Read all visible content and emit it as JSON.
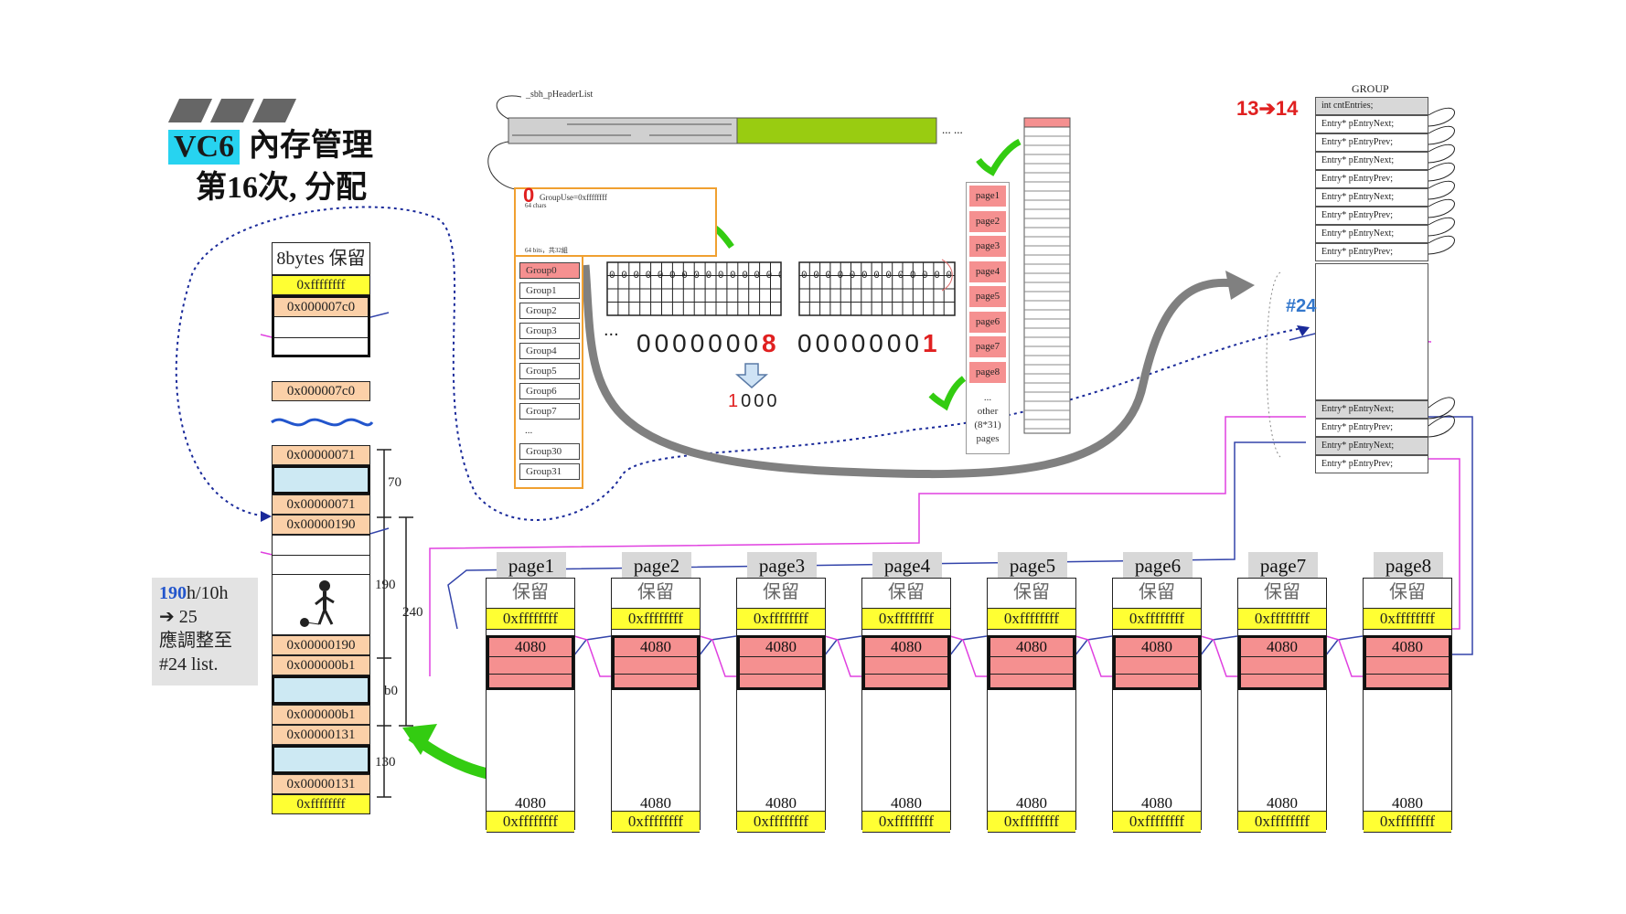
{
  "title": {
    "badge": "VC6",
    "main": "內存管理",
    "sub": "第16次, 分配"
  },
  "header_list": {
    "label": "_sbh_pHeaderList",
    "ellipsis": "... ..."
  },
  "region": {
    "index_zero": "0",
    "group_use_label": "GroupUse=0xffffffff",
    "chars_label": "64 chars",
    "bits_label": "64 bits，共32組"
  },
  "groups": [
    "Group0",
    "Group1",
    "Group2",
    "Group3",
    "Group4",
    "Group5",
    "Group6",
    "Group7",
    "...",
    "Group30",
    "Group31"
  ],
  "pages_column": {
    "items": [
      "page1",
      "page2",
      "page3",
      "page4",
      "page5",
      "page6",
      "page7",
      "page8"
    ],
    "other": [
      "...",
      "other",
      "(8*31)",
      "pages"
    ]
  },
  "bitmap": {
    "row_zeros": "0 0 0 0 0 0 0 0 0 0 0 0 0 0 0 0",
    "ellipsis": "...",
    "value_left_prefix": "0000000",
    "value_left_digit": "8",
    "value_right_prefix": "0000000",
    "value_right_digit": "1",
    "result_digit": "1",
    "result_rest": "000"
  },
  "counter": {
    "from": "13",
    "to": "14"
  },
  "group_struct": {
    "title": "GROUP",
    "first": "int  cntEntries;",
    "entries": [
      "Entry*   pEntryNext;",
      "Entry*   pEntryPrev;",
      "Entry*   pEntryNext;",
      "Entry*   pEntryPrev;",
      "Entry*   pEntryNext;",
      "Entry*   pEntryPrev;",
      "Entry*   pEntryNext;",
      "Entry*   pEntryPrev;"
    ],
    "tail_entries": [
      "Entry*   pEntryNext;",
      "Entry*   pEntryPrev;",
      "Entry*   pEntryNext;",
      "Entry*   pEntryPrev;"
    ],
    "list_label": "#24"
  },
  "memory_column": {
    "header": "8bytes 保留",
    "cells": [
      "0xffffffff",
      "0x000007c0",
      "0x000007c0",
      "0x00000071",
      "0x00000071",
      "0x00000190",
      "0x00000190",
      "0x000000b1",
      "0x000000b1",
      "0x00000131",
      "0x00000131",
      "0xffffffff"
    ],
    "sizes": {
      "s70": "70",
      "s190": "190",
      "s240": "240",
      "sb0": "b0",
      "s130": "130"
    }
  },
  "note": {
    "line1_blue": "190",
    "line1_rest": "h/10h",
    "line2": "➔ 25",
    "line3": "應調整至",
    "line4": "#24 list."
  },
  "pages": [
    {
      "label": "page1",
      "reserved": "保留",
      "ff_top": "0xffffffff",
      "top": "4080",
      "bottom": "4080",
      "ff_bottom": "0xffffffff"
    },
    {
      "label": "page2",
      "reserved": "保留",
      "ff_top": "0xffffffff",
      "top": "4080",
      "bottom": "4080",
      "ff_bottom": "0xffffffff"
    },
    {
      "label": "page3",
      "reserved": "保留",
      "ff_top": "0xffffffff",
      "top": "4080",
      "bottom": "4080",
      "ff_bottom": "0xffffffff"
    },
    {
      "label": "page4",
      "reserved": "保留",
      "ff_top": "0xffffffff",
      "top": "4080",
      "bottom": "4080",
      "ff_bottom": "0xffffffff"
    },
    {
      "label": "page5",
      "reserved": "保留",
      "ff_top": "0xffffffff",
      "top": "4080",
      "bottom": "4080",
      "ff_bottom": "0xffffffff"
    },
    {
      "label": "page6",
      "reserved": "保留",
      "ff_top": "0xffffffff",
      "top": "4080",
      "bottom": "4080",
      "ff_bottom": "0xffffffff"
    },
    {
      "label": "page7",
      "reserved": "保留",
      "ff_top": "0xffffffff",
      "top": "4080",
      "bottom": "4080",
      "ff_bottom": "0xffffffff"
    },
    {
      "label": "page8",
      "reserved": "保留",
      "ff_top": "0xffffffff",
      "top": "4080",
      "bottom": "4080",
      "ff_bottom": "0xffffffff"
    }
  ],
  "colors": {
    "cyan_badge": "#27d3f0",
    "salmon": "#f59090",
    "yellow": "#ffff33",
    "tag_orange": "#fbd0a8",
    "light_blue": "#cde9f3",
    "green_arrow": "#33cc11",
    "gray_arrow": "#808080",
    "pointer_blue": "#3344aa",
    "pointer_pink": "#e040e0",
    "accent_red": "#e02020"
  }
}
